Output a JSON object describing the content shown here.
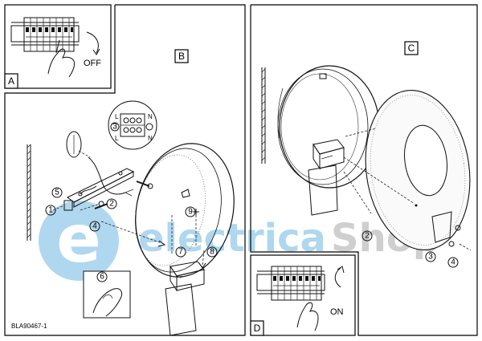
{
  "panels": [
    {
      "id": "A",
      "letter": "A",
      "switch_label": "OFF"
    },
    {
      "id": "B",
      "letter": "B",
      "terminal_labels": [
        "L",
        "N",
        "L",
        "N"
      ],
      "callouts": [
        "1",
        "2",
        "3",
        "4",
        "5",
        "6",
        "7",
        "8",
        "9"
      ]
    },
    {
      "id": "C",
      "letter": "C",
      "callouts": [
        "2",
        "3",
        "4"
      ]
    },
    {
      "id": "D",
      "letter": "D",
      "switch_label": "ON"
    }
  ],
  "watermark": {
    "text_main": "electrica",
    "text_tail": "Shop",
    "color_main": "#5aa9d6",
    "color_tail": "#9a9a9a"
  },
  "model_code": "BLA90467-1",
  "colors": {
    "line": "#111111",
    "border": "#000000",
    "watermark": "#7fc0e6"
  }
}
